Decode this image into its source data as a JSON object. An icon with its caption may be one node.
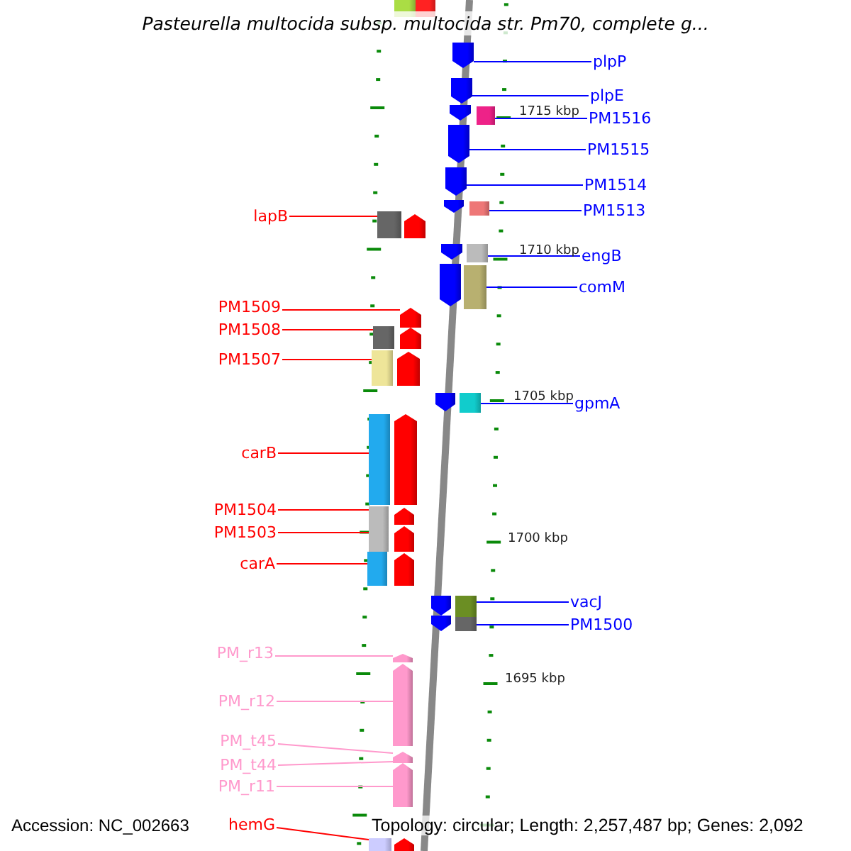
{
  "diagram": {
    "title": "Pasteurella multocida subsp. multocida str. Pm70, complete g...",
    "nodes": [
      {
        "text": [],
        "shape": "box"
      },
      {
        "text": [],
        "shape": "box"
      },
      {
        "text": [
          "plpP"
        ]
      },
      {
        "text": [],
        "shape": "pentagon"
      },
      {
        "text": [
          "plpE"
        ]
      },
      {
        "text": [],
        "shape": "pentagon"
      },
      {
        "text": [
          "PM1516"
        ]
      },
      {
        "text": [],
        "shape": "pentagon"
      },
      {
        "text": [],
        "shape": "box"
      },
      {
        "text": [
          "PM1515"
        ]
      },
      {
        "text": [],
        "shape": "pentagon"
      },
      {
        "text": [
          "PM1514"
        ]
      },
      {
        "text": [],
        "shape": "pentagon"
      },
      {
        "text": [
          "PM1513"
        ]
      },
      {
        "text": [],
        "shape": "pentagon"
      },
      {
        "text": [],
        "shape": "box"
      },
      {
        "text": [
          "lapB"
        ]
      },
      {
        "text": [],
        "shape": "box"
      },
      {
        "text": [],
        "shape": "pentagon"
      },
      {
        "text": [
          "engB"
        ]
      },
      {
        "text": [],
        "shape": "pentagon"
      },
      {
        "text": [],
        "shape": "box"
      },
      {
        "text": [
          "comM"
        ]
      },
      {
        "text": [],
        "shape": "pentagon"
      },
      {
        "text": [],
        "shape": "box"
      },
      {
        "text": [
          "PM1509"
        ]
      },
      {
        "text": [],
        "shape": "pentagon"
      },
      {
        "text": [
          "PM1508"
        ]
      },
      {
        "text": [],
        "shape": "box"
      },
      {
        "text": [],
        "shape": "pentagon"
      },
      {
        "text": [
          "PM1507"
        ]
      },
      {
        "text": [],
        "shape": "box"
      },
      {
        "text": [],
        "shape": "pentagon"
      },
      {
        "text": [
          "gpmA"
        ]
      },
      {
        "text": [],
        "shape": "pentagon"
      },
      {
        "text": [],
        "shape": "box"
      },
      {
        "text": [
          "carB"
        ]
      },
      {
        "text": [],
        "shape": "box"
      },
      {
        "text": [],
        "shape": "pentagon"
      },
      {
        "text": [
          "PM1504"
        ]
      },
      {
        "text": [],
        "shape": "box"
      },
      {
        "text": [],
        "shape": "pentagon"
      },
      {
        "text": [
          "PM1503"
        ]
      },
      {
        "text": [],
        "shape": "box"
      },
      {
        "text": [],
        "shape": "pentagon"
      },
      {
        "text": [
          "carA"
        ]
      },
      {
        "text": [],
        "shape": "box"
      },
      {
        "text": [],
        "shape": "pentagon"
      },
      {
        "text": [
          "vacJ"
        ]
      },
      {
        "text": [],
        "shape": "pentagon"
      },
      {
        "text": [],
        "shape": "box"
      },
      {
        "text": [
          "PM1500"
        ]
      },
      {
        "text": [],
        "shape": "pentagon"
      },
      {
        "text": [],
        "shape": "box"
      },
      {
        "text": [
          "PM_r13"
        ]
      },
      {
        "text": [],
        "shape": "pentagon"
      },
      {
        "text": [
          "PM_r12"
        ]
      },
      {
        "text": [],
        "shape": "pentagon"
      },
      {
        "text": [
          "PM_t45"
        ]
      },
      {
        "text": [
          "PM_t44"
        ]
      },
      {
        "text": [],
        "shape": "pentagon"
      },
      {
        "text": [
          "PM_r11"
        ]
      },
      {
        "text": [],
        "shape": "pentagon"
      },
      {
        "text": [
          "hemG"
        ]
      },
      {
        "text": [],
        "shape": "box"
      },
      {
        "text": [],
        "shape": "pentagon"
      }
    ],
    "edges": [
      {
        "from": 2,
        "to": 3,
        "arrow": "none"
      },
      {
        "from": 4,
        "to": 5,
        "arrow": "none"
      },
      {
        "from": 6,
        "to": 8,
        "arrow": "none"
      },
      {
        "from": 9,
        "to": 10,
        "arrow": "none"
      },
      {
        "from": 11,
        "to": 12,
        "arrow": "none"
      },
      {
        "from": 13,
        "to": 15,
        "arrow": "none"
      },
      {
        "from": 16,
        "to": 17,
        "arrow": "none",
        "color": "#ff0000"
      },
      {
        "from": 19,
        "to": 21,
        "arrow": "none"
      },
      {
        "from": 22,
        "to": 24,
        "arrow": "none"
      },
      {
        "from": 25,
        "to": 26,
        "arrow": "none",
        "color": "#ff0000"
      },
      {
        "from": 27,
        "to": 28,
        "arrow": "none",
        "color": "#ff0000"
      },
      {
        "from": 30,
        "to": 31,
        "arrow": "none",
        "color": "#ff0000"
      },
      {
        "from": 33,
        "to": 35,
        "arrow": "none"
      },
      {
        "from": 36,
        "to": 37,
        "arrow": "none",
        "color": "#ff0000"
      },
      {
        "from": 39,
        "to": 40,
        "arrow": "none",
        "color": "#ff0000"
      },
      {
        "from": 42,
        "to": 43,
        "arrow": "none",
        "color": "#ff0000"
      },
      {
        "from": 45,
        "to": 46,
        "arrow": "none",
        "color": "#ff0000"
      },
      {
        "from": 48,
        "to": 50,
        "arrow": "none"
      },
      {
        "from": 51,
        "to": 53,
        "arrow": "none"
      },
      {
        "from": 54,
        "to": 55,
        "arrow": "none",
        "color": "#ff99cc"
      },
      {
        "from": 56,
        "to": 57,
        "arrow": "none",
        "color": "#ff99cc"
      },
      {
        "from": 58,
        "to": 60,
        "arrow": "none",
        "color": "#ff99cc"
      },
      {
        "from": 59,
        "to": 60,
        "arrow": "none",
        "color": "#ff99cc"
      },
      {
        "from": 61,
        "to": 62,
        "arrow": "none",
        "color": "#ff99cc"
      },
      {
        "from": 63,
        "to": 64,
        "arrow": "none",
        "color": "#ff0000"
      }
    ],
    "labels": [
      "1715 kbp",
      "1710 kbp",
      "1705 kbp",
      "1700 kbp",
      "1695 kbp",
      "Accession: NC_002663",
      "Topology: circular; Length: 2,257,487 bp; Genes: 2,092"
    ]
  }
}
